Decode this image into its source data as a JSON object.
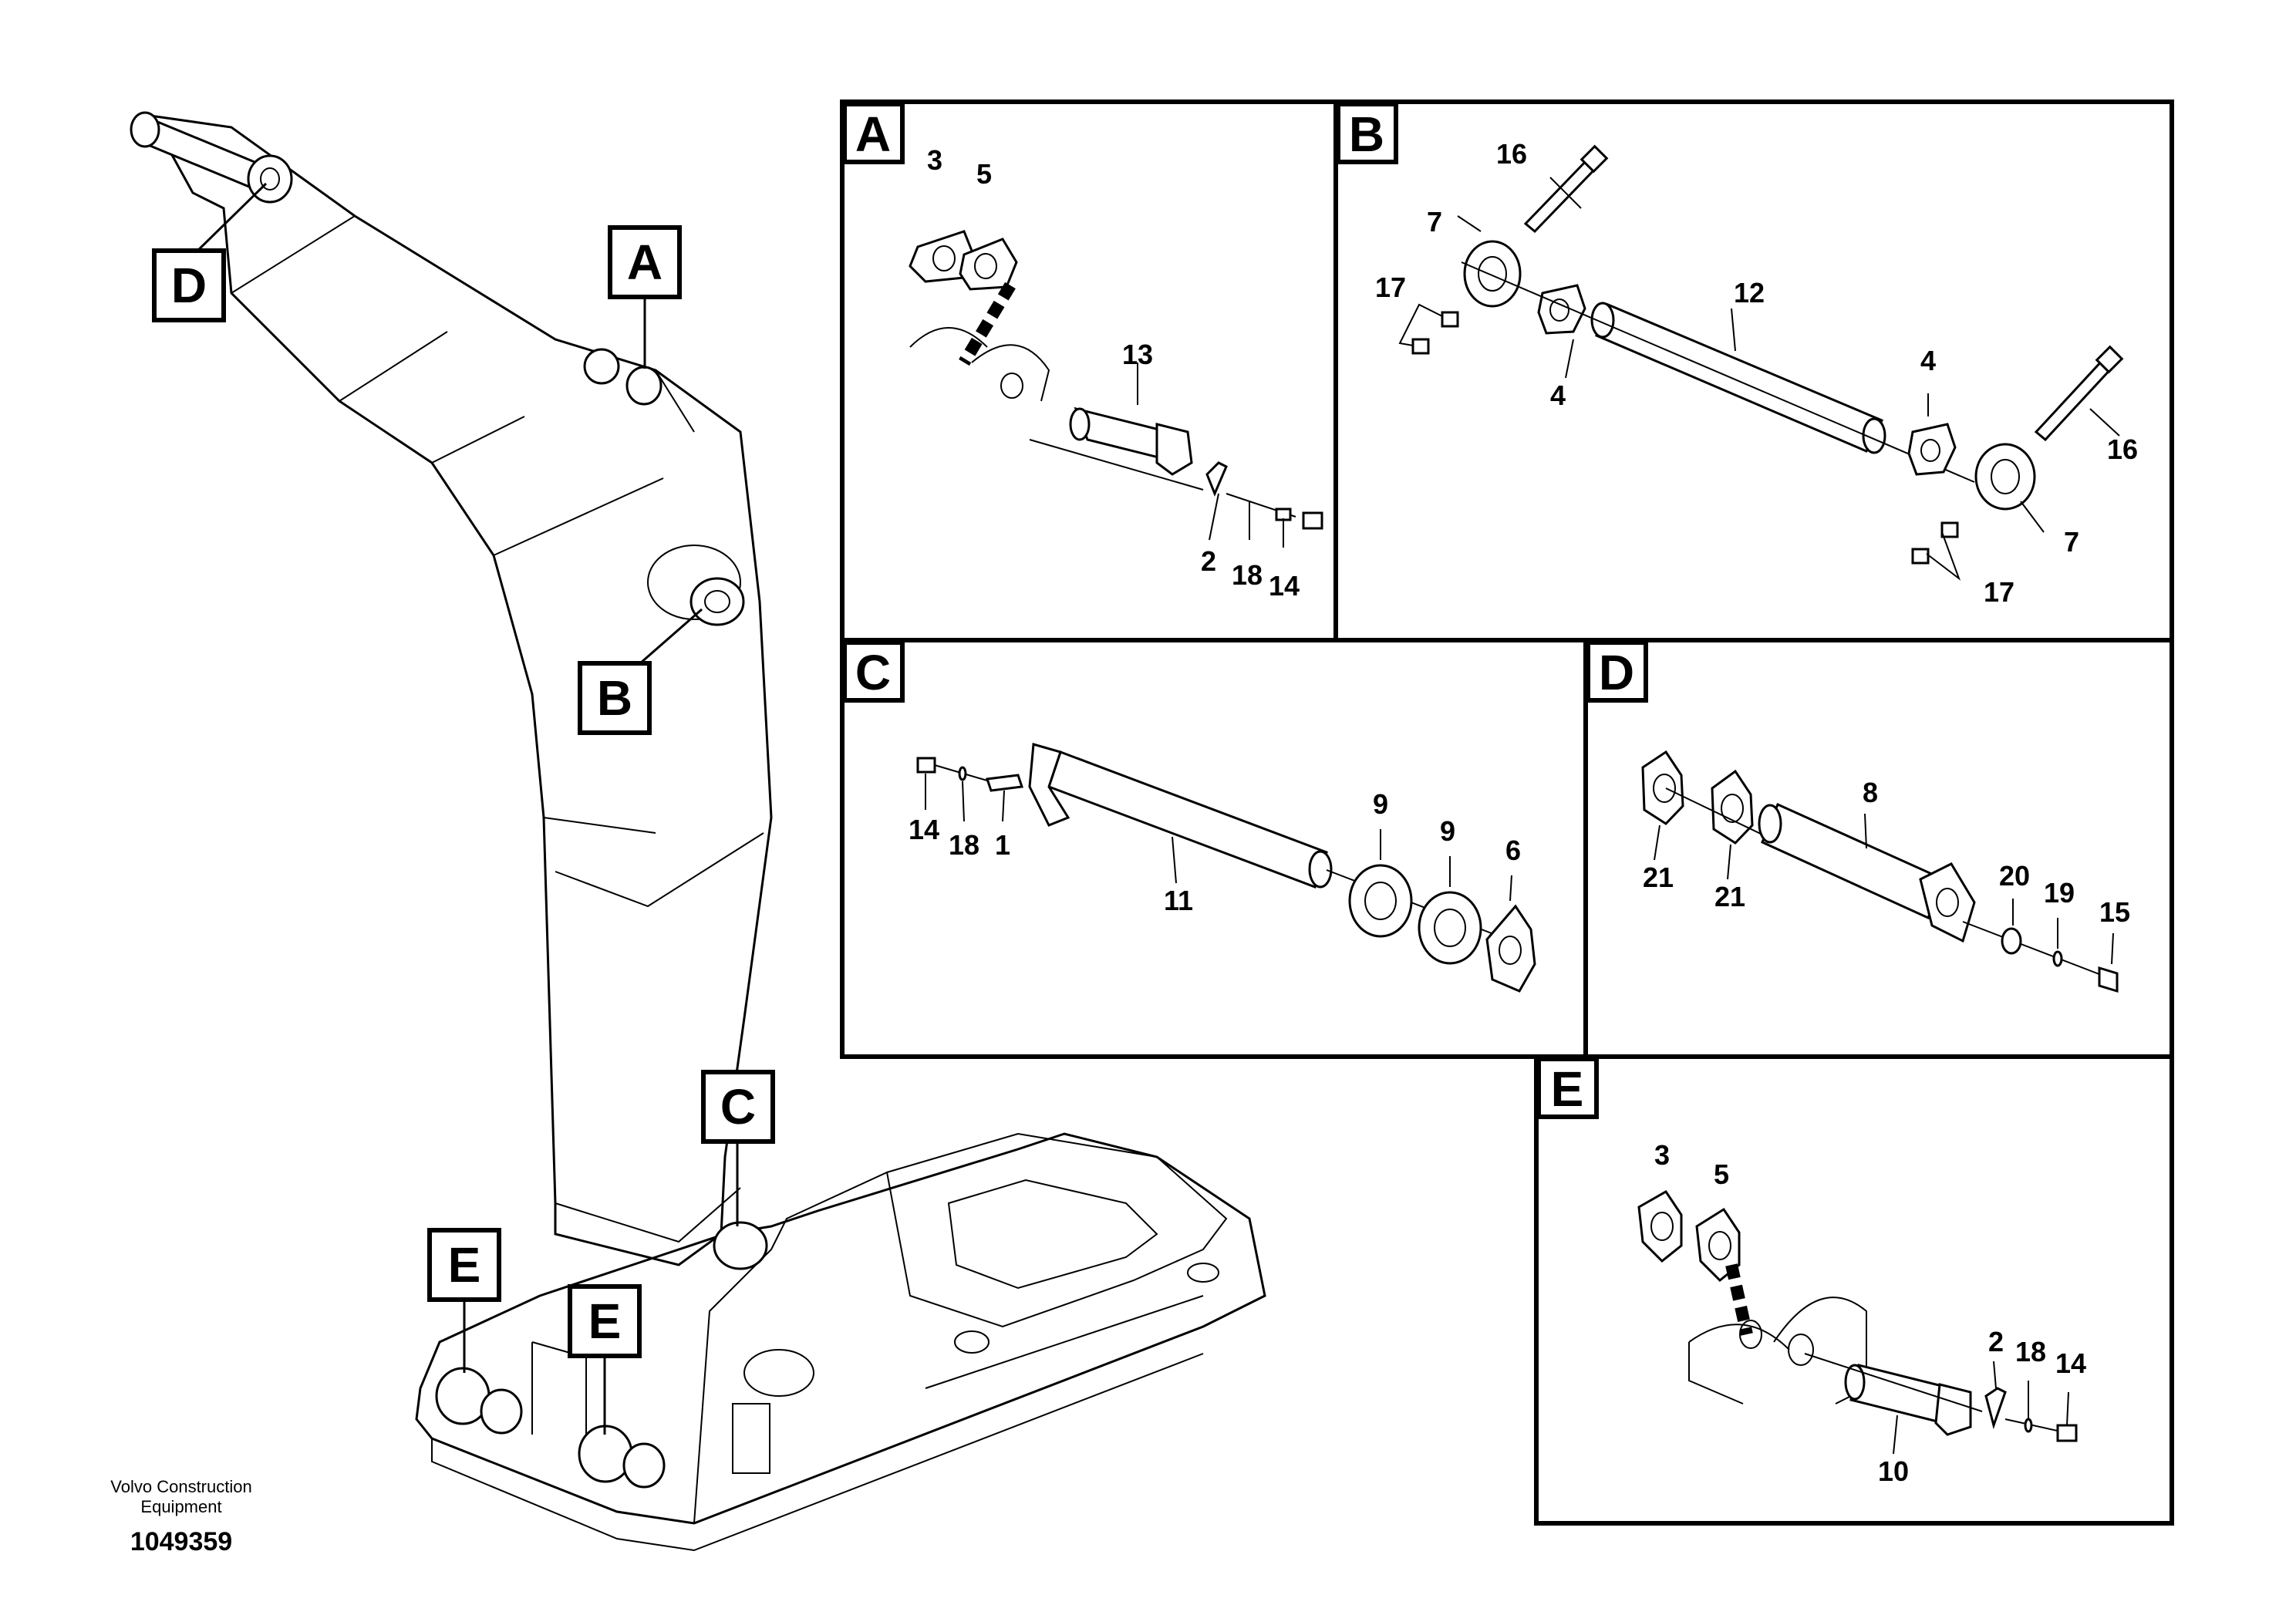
{
  "figure_id": "1049359",
  "brand": {
    "line1": "Volvo Construction",
    "line2": "Equipment"
  },
  "callouts": [
    "A",
    "B",
    "C",
    "D",
    "E",
    "E"
  ],
  "panels": {
    "A": {
      "letter": "A",
      "labels": [
        "3",
        "5",
        "13",
        "2",
        "18",
        "14"
      ]
    },
    "B": {
      "letter": "B",
      "labels": [
        "16",
        "7",
        "17",
        "4",
        "12",
        "4",
        "16",
        "7",
        "17"
      ]
    },
    "C": {
      "letter": "C",
      "labels": [
        "14",
        "18",
        "1",
        "11",
        "9",
        "9",
        "6"
      ]
    },
    "D": {
      "letter": "D",
      "labels": [
        "8",
        "21",
        "21",
        "20",
        "19",
        "15"
      ]
    },
    "E": {
      "letter": "E",
      "labels": [
        "3",
        "5",
        "2",
        "18",
        "14",
        "10"
      ]
    }
  }
}
